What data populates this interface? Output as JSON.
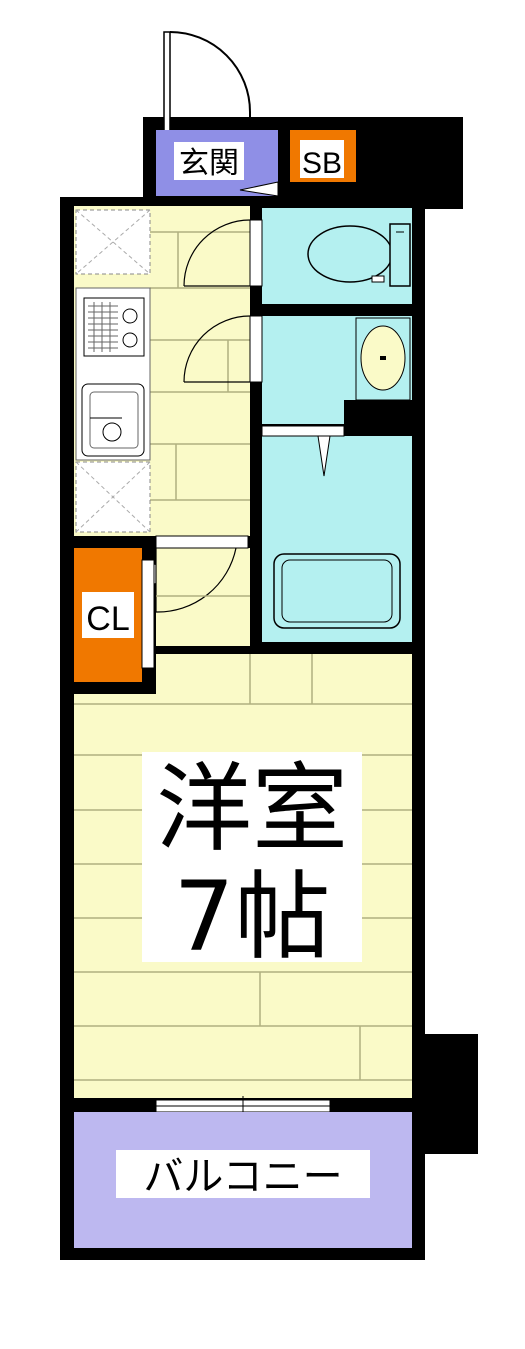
{
  "rooms": {
    "entrance": "玄関",
    "shoe_box": "SB",
    "closet": "CL",
    "western_room": "洋室",
    "western_room_size": "7帖",
    "balcony": "バルコニー"
  },
  "colors": {
    "wall": "#000000",
    "floor": "#fafac8",
    "floor_line": "#b0b080",
    "entrance": "#8f8fe6",
    "storage": "#f07800",
    "wet_area": "#b4f0f0",
    "balcony": "#bdb8f0",
    "label_bg": "#ffffff"
  },
  "icons": {
    "door": "door-swing-icon",
    "toilet": "toilet-icon",
    "washbasin": "washbasin-icon",
    "bathtub": "bathtub-icon",
    "stove": "stove-icon",
    "sink": "kitchen-sink-icon",
    "fridge_space": "fridge-space-icon",
    "washer_space": "washer-space-icon"
  }
}
